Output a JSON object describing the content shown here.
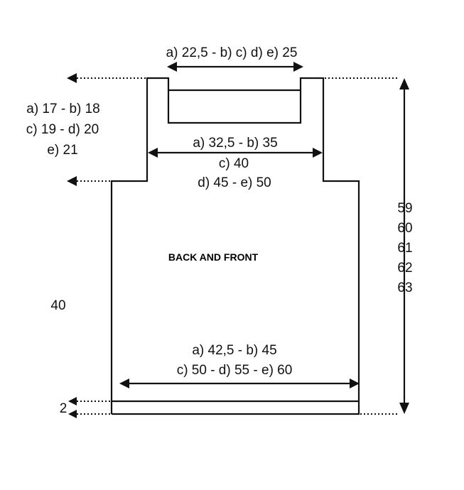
{
  "diagram": {
    "neck_width": "a) 22,5 - b) c) d) e) 25",
    "shoulder_depth": {
      "line1": "a) 17 - b) 18",
      "line2": "c) 19 - d) 20",
      "line3": "e) 21"
    },
    "chest_width": {
      "line1": "a) 32,5 - b) 35",
      "line2": "c) 40",
      "line3": "d) 45 - e) 50"
    },
    "panel_label": "BACK AND FRONT",
    "body_length": "40",
    "hem_width": {
      "line1": "a) 42,5 - b) 45",
      "line2": "c) 50 - d) 55 - e) 60"
    },
    "hem_depth": "2",
    "total_length": [
      "59",
      "60",
      "61",
      "62",
      "63"
    ]
  }
}
